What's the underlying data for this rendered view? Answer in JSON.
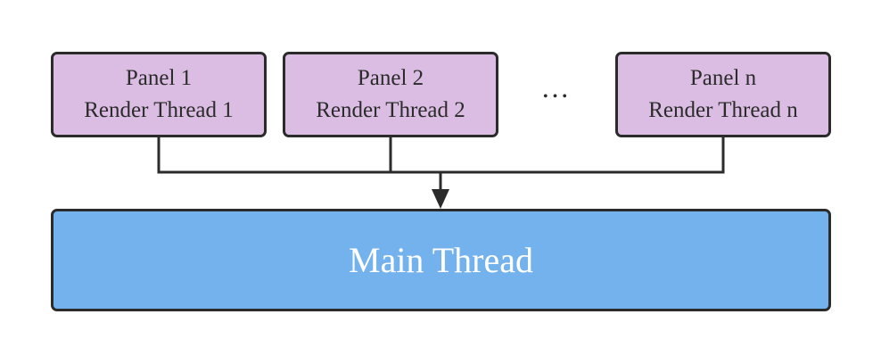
{
  "panels": [
    {
      "title": "Panel 1",
      "subtitle": "Render Thread 1"
    },
    {
      "title": "Panel 2",
      "subtitle": "Render Thread 2"
    },
    {
      "title": "Panel n",
      "subtitle": "Render Thread n"
    }
  ],
  "ellipsis": "…",
  "main_thread": {
    "label": "Main Thread"
  },
  "colors": {
    "panel_fill": "#dbbde3",
    "main_fill": "#74b2ee",
    "stroke": "#2b2b2b",
    "main_text": "#ffffff"
  }
}
